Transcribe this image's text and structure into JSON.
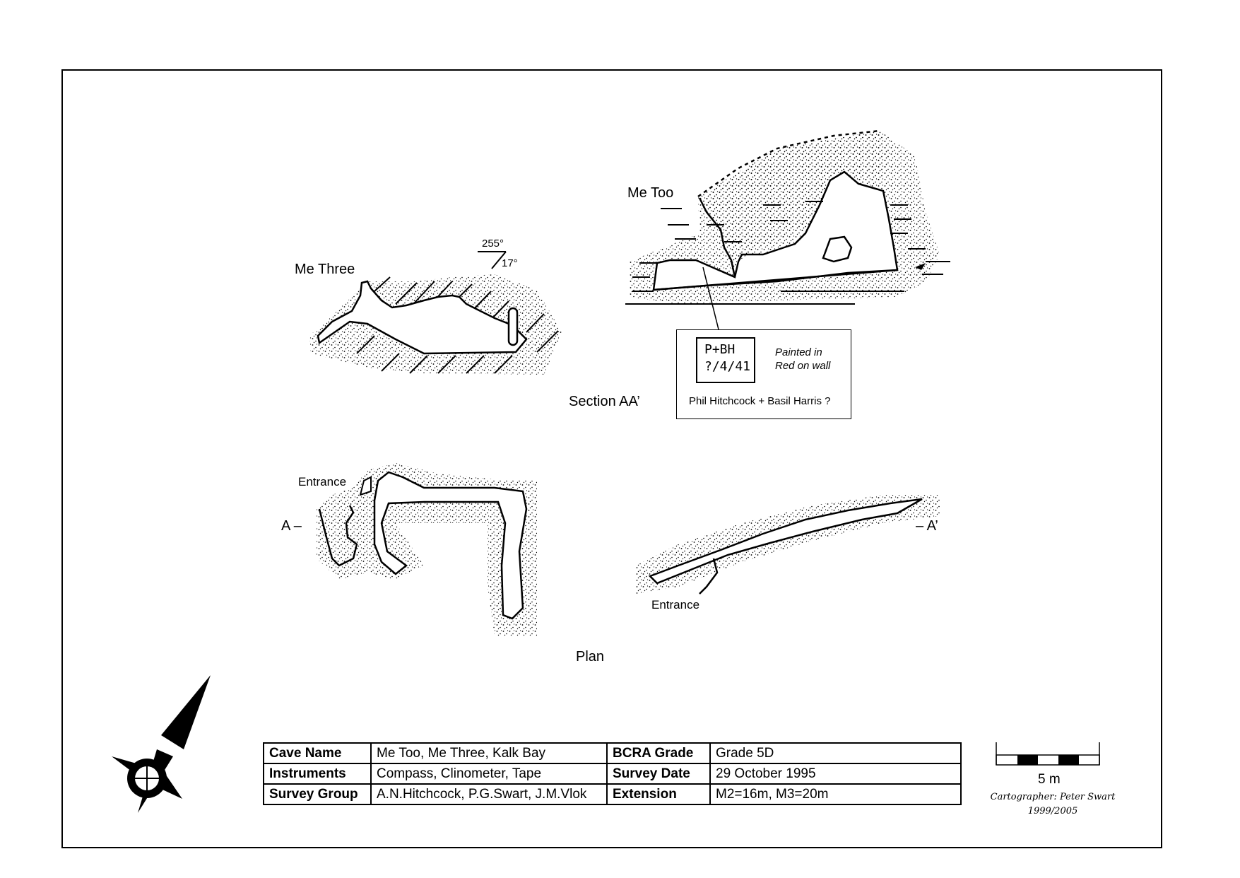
{
  "labels": {
    "me_three": "Me Three",
    "me_too": "Me Too",
    "bearing": "255°",
    "dip": "17°",
    "section": "Section AA’",
    "plan": "Plan",
    "entrance_left": "Entrance",
    "entrance_right": "Entrance",
    "marker_a": "A –",
    "marker_a_prime": "– A’"
  },
  "inscription": {
    "sign_line1": "P+BH",
    "sign_line2": "?/4/41",
    "note_line1": "Painted in",
    "note_line2": "Red on wall",
    "names": "Phil Hitchcock + Basil Harris ?"
  },
  "info_table": {
    "rows": [
      {
        "key1": "Cave Name",
        "val1": "Me Too, Me Three, Kalk Bay",
        "key2": "BCRA Grade",
        "val2": "Grade 5D"
      },
      {
        "key1": "Instruments",
        "val1": "Compass, Clinometer, Tape",
        "key2": "Survey Date",
        "val2": "29 October 1995"
      },
      {
        "key1": "Survey Group",
        "val1": "A.N.Hitchcock, P.G.Swart, J.M.Vlok",
        "key2": "Extension",
        "val2": "M2=16m, M3=20m"
      }
    ]
  },
  "scale_bar": {
    "label": "5 m"
  },
  "cartographer": {
    "line1": "Cartographer: Peter Swart",
    "line2": "1999/2005"
  }
}
